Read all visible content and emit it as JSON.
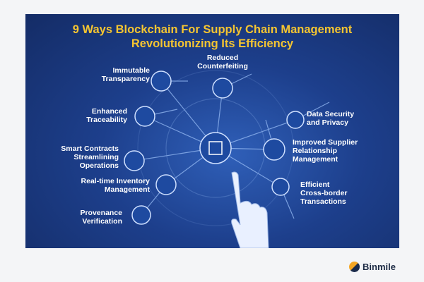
{
  "title": {
    "line1": "9 Ways Blockchain For Supply Chain Management",
    "line2": "Revolutionizing Its Efficiency"
  },
  "items": [
    {
      "l1": "Immutable",
      "l2": "Transparency"
    },
    {
      "l1": "Reduced",
      "l2": "Counterfeiting"
    },
    {
      "l1": "Enhanced",
      "l2": "Traceability"
    },
    {
      "l1": "Data Security",
      "l2": "and Privacy"
    },
    {
      "l1": "Smart Contracts",
      "l2": "Streamlining",
      "l3": "Operations"
    },
    {
      "l1": "Improved Supplier",
      "l2": "Relationship",
      "l3": "Management"
    },
    {
      "l1": "Real-time Inventory",
      "l2": "Management"
    },
    {
      "l1": "Efficient",
      "l2": "Cross-border",
      "l3": "Transactions"
    },
    {
      "l1": "Provenance",
      "l2": "Verification"
    }
  ],
  "brand": "Binmile",
  "colors": {
    "title": "#f5c531",
    "panel": "#1d3f8c"
  }
}
